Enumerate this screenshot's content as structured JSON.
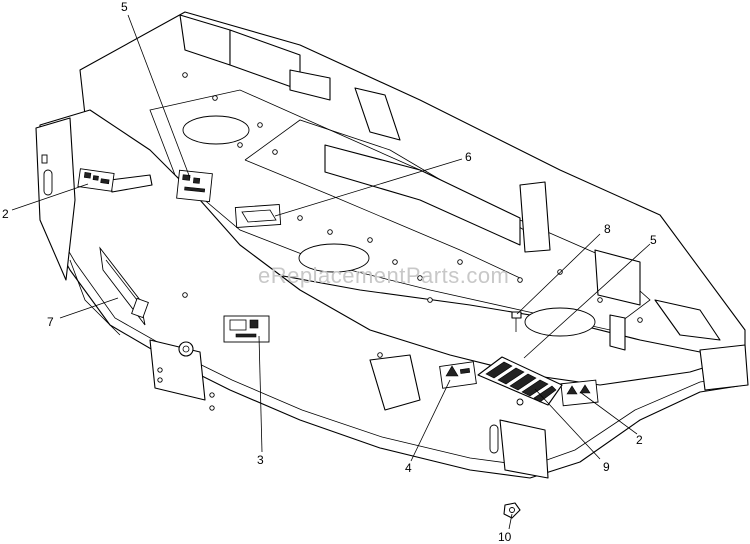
{
  "diagram": {
    "watermark": "eReplacementParts.com",
    "callouts": [
      {
        "id": "c1",
        "label": "5"
      },
      {
        "id": "c2",
        "label": "6"
      },
      {
        "id": "c3",
        "label": "2"
      },
      {
        "id": "c4",
        "label": "8"
      },
      {
        "id": "c5",
        "label": "5"
      },
      {
        "id": "c6",
        "label": "7"
      },
      {
        "id": "c7",
        "label": "3"
      },
      {
        "id": "c8",
        "label": "4"
      },
      {
        "id": "c9",
        "label": "9"
      },
      {
        "id": "c10",
        "label": "2"
      },
      {
        "id": "c11",
        "label": "10"
      }
    ]
  }
}
